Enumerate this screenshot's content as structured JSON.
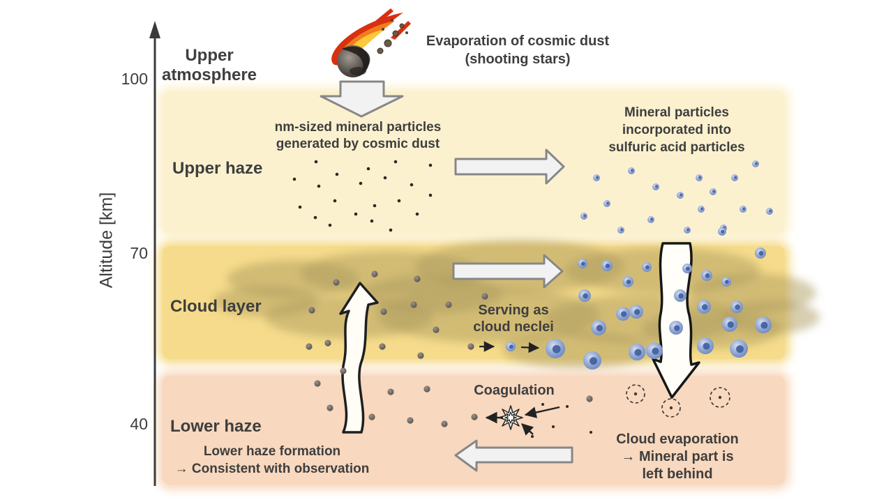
{
  "axis": {
    "label": "Altitude [km]",
    "ticks": [
      {
        "value": "100"
      },
      {
        "value": "70"
      },
      {
        "value": "40"
      }
    ]
  },
  "layers": {
    "upper_atmosphere": {
      "lines": [
        "Upper",
        "atmosphere"
      ]
    },
    "upper_haze": {
      "label": "Upper haze"
    },
    "cloud_layer": {
      "label": "Cloud layer"
    },
    "lower_haze": {
      "label": "Lower haze"
    }
  },
  "annotations": {
    "evaporation": {
      "lines": [
        "Evaporation of cosmic dust",
        "(shooting stars)"
      ]
    },
    "nm_sized": {
      "lines": [
        "nm-sized mineral particles",
        "generated by cosmic dust"
      ]
    },
    "mineral_incorporated": {
      "lines": [
        "Mineral particles",
        "incorporated into",
        "sulfuric acid particles"
      ]
    },
    "serving": {
      "lines": [
        "Serving as",
        "cloud neclei"
      ]
    },
    "coagulation": {
      "lines": [
        "Coagulation"
      ]
    },
    "cloud_evaporation": {
      "lines": [
        "Cloud evaporation",
        "→ Mineral part is",
        "left behind"
      ]
    },
    "lower_haze_formation": {
      "lines": [
        "Lower haze formation",
        "→ Consistent with observation"
      ]
    }
  },
  "colors": {
    "upper_haze_band": "#FCF1CF",
    "cloud_layer_band": "#F5DB8B",
    "lower_haze_band": "#F8D8BE",
    "text": "#3e3e3e",
    "block_arrow_fill": "#F2F2F2",
    "block_arrow_stroke": "#878787",
    "blue_particle": "#93A9D4",
    "blue_particle_core": "#3E5CA0",
    "dark_particle": "#55504B",
    "cloud_blob": "#AC985C"
  },
  "particles": {
    "upper_dark": [
      [
        453,
        232
      ],
      [
        528,
        242
      ],
      [
        567,
        232
      ],
      [
        617,
        237
      ],
      [
        422,
        257
      ],
      [
        483,
        250
      ],
      [
        552,
        255
      ],
      [
        590,
        265
      ],
      [
        457,
        267
      ],
      [
        517,
        263
      ],
      [
        430,
        297
      ],
      [
        480,
        288
      ],
      [
        537,
        295
      ],
      [
        572,
        288
      ],
      [
        617,
        280
      ],
      [
        452,
        312
      ],
      [
        510,
        307
      ],
      [
        598,
        307
      ],
      [
        473,
        323
      ],
      [
        533,
        317
      ],
      [
        560,
        330
      ]
    ],
    "upper_blue": [
      [
        855,
        255
      ],
      [
        905,
        245
      ],
      [
        940,
        268
      ],
      [
        975,
        280
      ],
      [
        1002,
        255
      ],
      [
        870,
        292
      ],
      [
        837,
        310
      ],
      [
        890,
        330
      ],
      [
        933,
        315
      ],
      [
        1005,
        300
      ],
      [
        985,
        330
      ],
      [
        1083,
        235
      ],
      [
        1053,
        255
      ],
      [
        1022,
        275
      ],
      [
        1065,
        300
      ],
      [
        1103,
        303
      ],
      [
        1037,
        327
      ]
    ],
    "cloud_blue": [
      [
        835,
        378,
        7
      ],
      [
        870,
        381,
        8
      ],
      [
        900,
        404,
        8
      ],
      [
        838,
        424,
        9
      ],
      [
        893,
        450,
        10
      ],
      [
        858,
        470,
        11
      ],
      [
        913,
        505,
        12
      ],
      [
        849,
        517,
        13
      ],
      [
        985,
        385,
        7
      ],
      [
        1013,
        395,
        8
      ],
      [
        1041,
        404,
        7
      ],
      [
        975,
        424,
        9
      ],
      [
        1009,
        440,
        10
      ],
      [
        1046,
        465,
        11
      ],
      [
        969,
        470,
        10
      ],
      [
        1011,
        496,
        12
      ],
      [
        1090,
        363,
        8
      ],
      [
        1056,
        440,
        9
      ],
      [
        1094,
        466,
        12
      ],
      [
        1059,
        500,
        13
      ],
      [
        1035,
        332,
        6
      ],
      [
        927,
        383,
        7
      ],
      [
        912,
        447,
        10
      ],
      [
        938,
        503,
        12
      ],
      [
        732,
        497,
        7
      ],
      [
        796,
        500,
        14
      ]
    ],
    "cloud_dark": [
      [
        482,
        405
      ],
      [
        537,
        393
      ],
      [
        598,
        400
      ],
      [
        447,
        445
      ],
      [
        550,
        447
      ],
      [
        593,
        437
      ],
      [
        643,
        437
      ],
      [
        695,
        425
      ],
      [
        443,
        497
      ],
      [
        470,
        492
      ],
      [
        548,
        497
      ],
      [
        603,
        510
      ],
      [
        625,
        473
      ],
      [
        675,
        497
      ]
    ],
    "lower_dark": [
      [
        492,
        532
      ],
      [
        455,
        550
      ],
      [
        473,
        585
      ],
      [
        533,
        598
      ],
      [
        560,
        562
      ],
      [
        588,
        603
      ],
      [
        612,
        558
      ],
      [
        637,
        608
      ],
      [
        680,
        598
      ],
      [
        845,
        572
      ]
    ],
    "lower_tiny": [
      [
        763,
        626
      ],
      [
        778,
        580
      ],
      [
        793,
        612
      ],
      [
        813,
        583
      ],
      [
        847,
        620
      ]
    ],
    "circled_dots": [
      [
        911,
        565
      ],
      [
        962,
        585
      ],
      [
        1032,
        570
      ]
    ]
  },
  "clouds": [
    [
      420,
      400,
      95,
      27
    ],
    [
      560,
      392,
      130,
      32
    ],
    [
      745,
      382,
      150,
      38
    ],
    [
      950,
      388,
      140,
      33
    ],
    [
      1080,
      420,
      90,
      28
    ],
    [
      500,
      455,
      120,
      30
    ],
    [
      700,
      452,
      160,
      40
    ],
    [
      920,
      458,
      140,
      35
    ],
    [
      620,
      422,
      100,
      28
    ],
    [
      830,
      502,
      110,
      26
    ],
    [
      1020,
      472,
      100,
      28
    ],
    [
      380,
      432,
      75,
      22
    ],
    [
      1105,
      455,
      70,
      24
    ]
  ]
}
